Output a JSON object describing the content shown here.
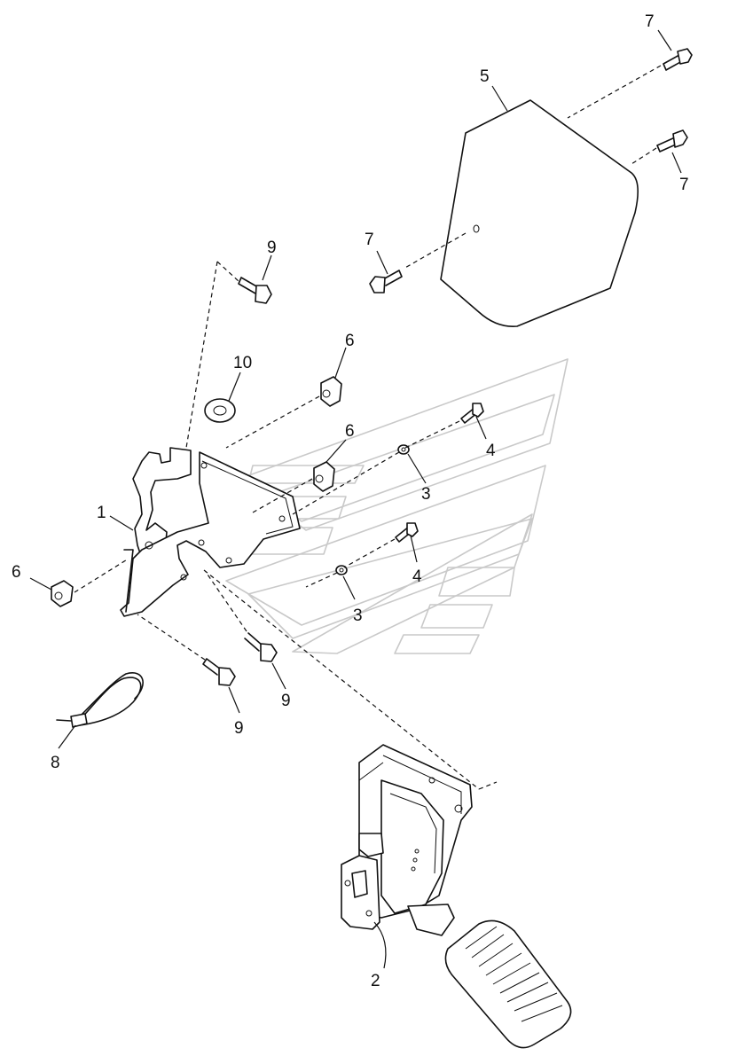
{
  "callouts": {
    "part_1": "1",
    "part_2": "2",
    "part_3a": "3",
    "part_3b": "3",
    "part_4a": "4",
    "part_4b": "4",
    "part_5": "5",
    "part_6a": "6",
    "part_6b": "6",
    "part_6c": "6",
    "part_7a": "7",
    "part_7b": "7",
    "part_7c": "7",
    "part_8": "8",
    "part_9a": "9",
    "part_9b": "9",
    "part_9c": "9",
    "part_10": "10"
  },
  "colors": {
    "line": "#111111",
    "watermark": "#c9c9c9",
    "background": "#ffffff"
  }
}
